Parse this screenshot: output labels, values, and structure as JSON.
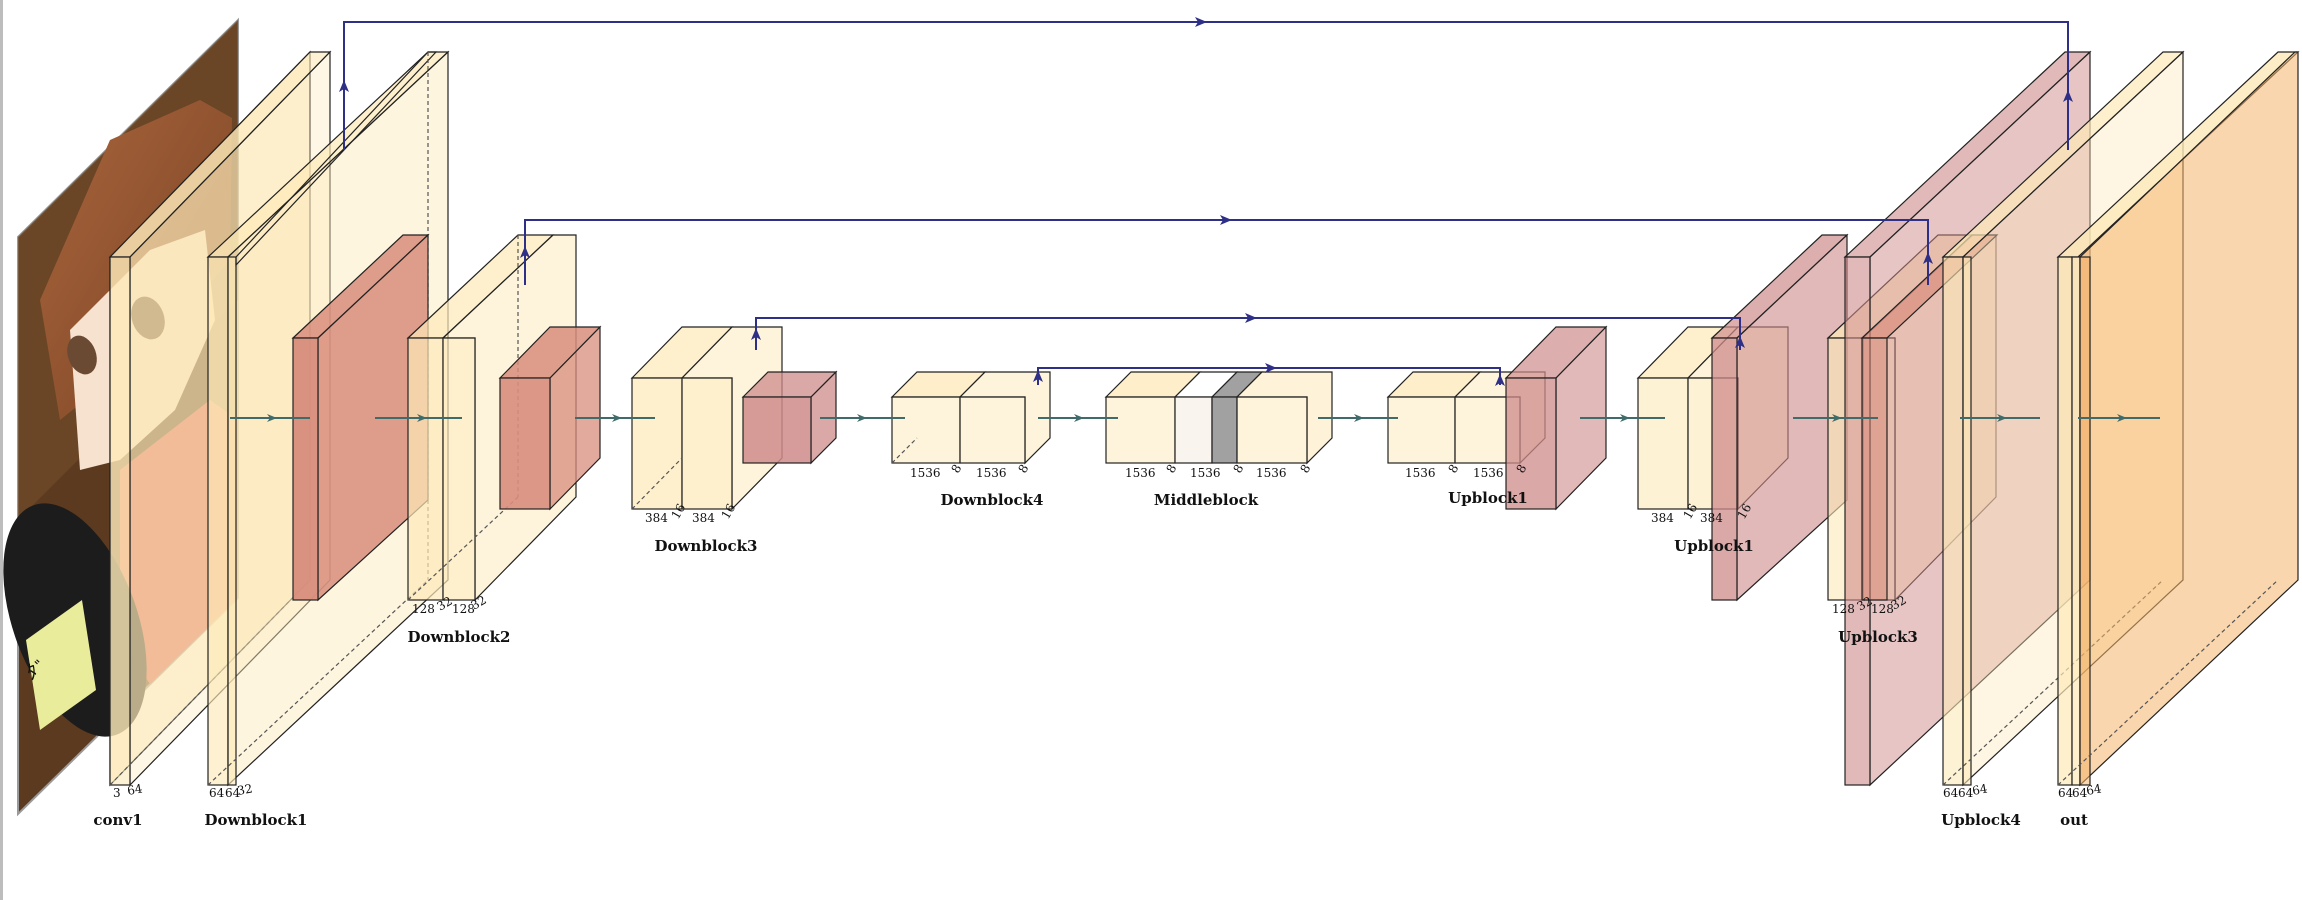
{
  "colors": {
    "conv": "#fde9b8",
    "pool": "#d88d7c",
    "unpool": "#cf8b8b",
    "out": "#f4b56a",
    "grey": "#8a8a8a",
    "skip": "#2e2f86",
    "flow": "#3f6b6b"
  },
  "image": {
    "description": "anime-girl-input-photo"
  },
  "layers": [
    {
      "name": "conv1",
      "label": "conv1",
      "dims": [
        "3",
        "64"
      ]
    },
    {
      "name": "Downblock1",
      "label": "Downblock1",
      "dims": [
        "64",
        "64",
        "32"
      ]
    },
    {
      "name": "Downblock2",
      "label": "Downblock2",
      "dims": [
        "128",
        "32",
        "128",
        "32"
      ]
    },
    {
      "name": "Downblock3",
      "label": "Downblock3",
      "dims": [
        "384",
        "16",
        "384",
        "16"
      ]
    },
    {
      "name": "Downblock4",
      "label": "Downblock4",
      "dims": [
        "1536",
        "8",
        "1536",
        "8"
      ]
    },
    {
      "name": "Middleblock",
      "label": "Middleblock",
      "dims": [
        "1536",
        "8",
        "1536",
        "8",
        "1536",
        "8"
      ]
    },
    {
      "name": "Upblock1a",
      "label": "Upblock1",
      "dims": [
        "1536",
        "8",
        "1536",
        "8"
      ]
    },
    {
      "name": "Upblock1b",
      "label": "Upblock1",
      "dims": [
        "384",
        "16",
        "384",
        "16"
      ]
    },
    {
      "name": "Upblock3",
      "label": "Upblock3",
      "dims": [
        "128",
        "32",
        "128",
        "32"
      ]
    },
    {
      "name": "Upblock4",
      "label": "Upblock4",
      "dims": [
        "64",
        "64",
        "64"
      ]
    },
    {
      "name": "out",
      "label": "out",
      "dims": [
        "64",
        "64",
        "64"
      ]
    }
  ]
}
